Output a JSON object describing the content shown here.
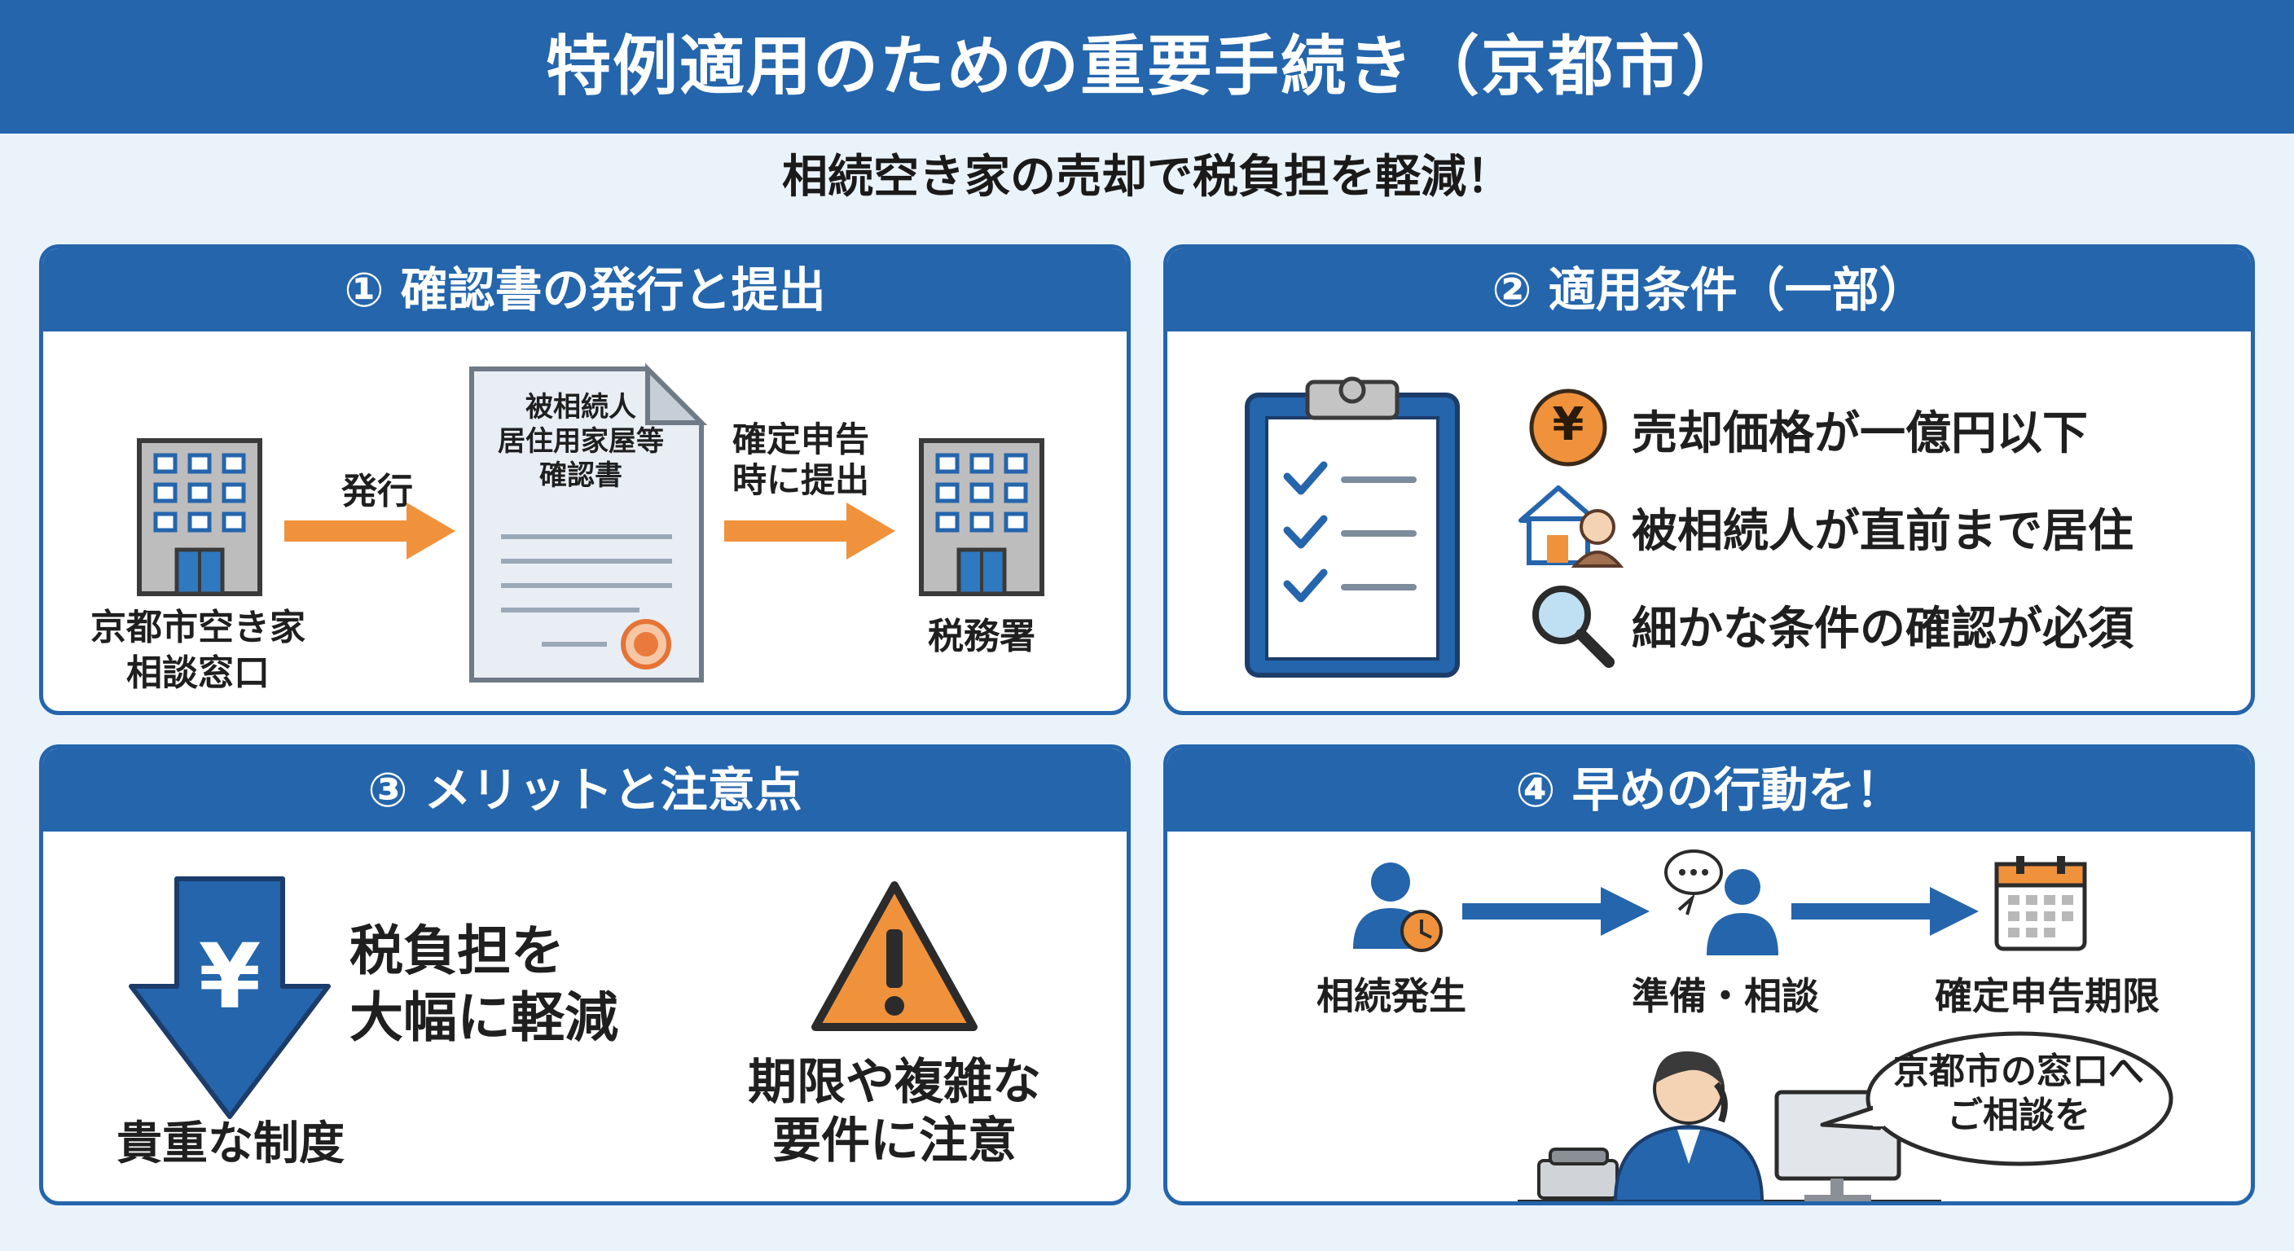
{
  "header": {
    "title": "特例適用のための重要手続き（京都市）"
  },
  "subtitle": "相続空き家の売却で税負担を軽減！",
  "panel1": {
    "title": "① 確認書の発行と提出",
    "office_label_line1": "京都市空き家",
    "office_label_line2": "相談窓口",
    "arrow1_label": "発行",
    "doc_title_line1": "被相続人",
    "doc_title_line2": "居住用家屋等",
    "doc_title_line3": "確認書",
    "arrow2_label_line1": "確定申告",
    "arrow2_label_line2": "時に提出",
    "tax_office_label": "税務署"
  },
  "panel2": {
    "title": "② 適用条件（一部）",
    "conditions": [
      {
        "text": "売却価格が一億円以下",
        "icon": "yen-coin-icon"
      },
      {
        "text": "被相続人が直前まで居住",
        "icon": "house-elder-icon"
      },
      {
        "text": "細かな条件の確認が必須",
        "icon": "magnifier-icon"
      }
    ],
    "yen_symbol": "¥"
  },
  "panel3": {
    "title": "③ メリットと注意点",
    "yen_symbol": "¥",
    "merit_line1": "税負担を",
    "merit_line2": "大幅に軽減",
    "merit_caption": "貴重な制度",
    "warning_line1": "期限や複雑な",
    "warning_line2": "要件に注意"
  },
  "panel4": {
    "title": "④ 早めの行動を！",
    "steps": [
      "相続発生",
      "準備・相談",
      "確定申告期限"
    ],
    "bubble_line1": "京都市の窓口へ",
    "bubble_line2": "ご相談を"
  },
  "colors": {
    "brand_blue": "#2465ac",
    "orange": "#f0923b",
    "bg": "#eaf3fa"
  }
}
